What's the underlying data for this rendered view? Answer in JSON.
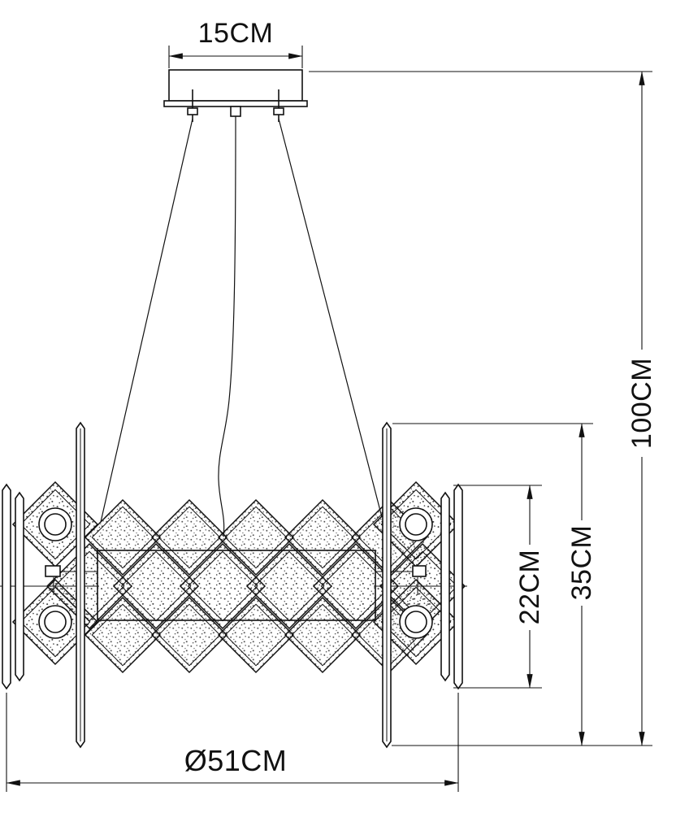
{
  "dimensions": {
    "canopy_width": "15CM",
    "overall_height": "100CM",
    "frame_height": "35CM",
    "drum_height": "22CM",
    "diameter": "Ø51CM"
  },
  "colors": {
    "line": "#111111",
    "background": "#ffffff"
  }
}
